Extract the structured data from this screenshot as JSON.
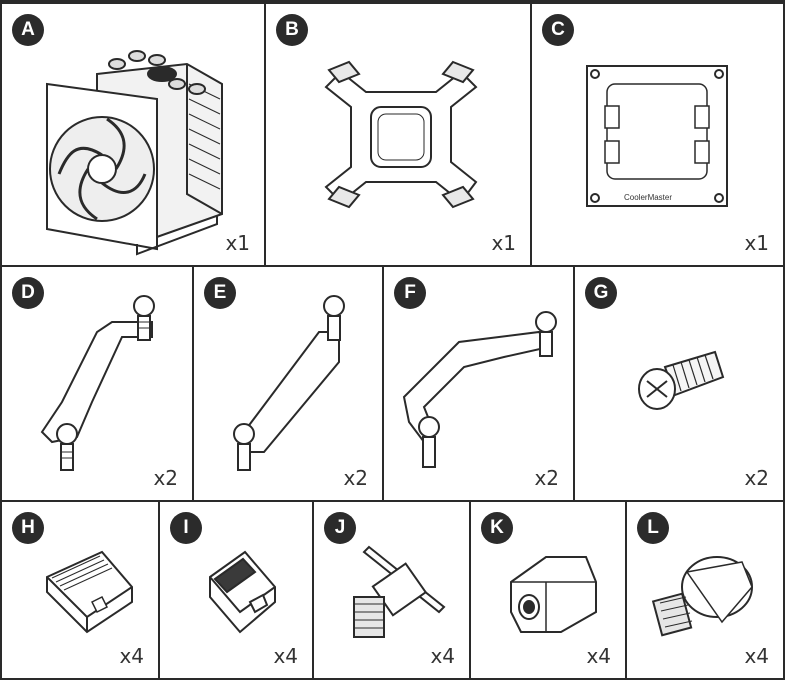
{
  "parts": [
    {
      "letter": "A",
      "qty": "x1",
      "icon": "cpu-cooler-tower-icon"
    },
    {
      "letter": "B",
      "qty": "x1",
      "icon": "amd-mounting-bracket-icon"
    },
    {
      "letter": "C",
      "qty": "x1",
      "icon": "intel-backplate-icon",
      "brand_text": "CoolerMaster"
    },
    {
      "letter": "D",
      "qty": "x2",
      "icon": "mounting-arm-icon"
    },
    {
      "letter": "E",
      "qty": "x2",
      "icon": "straight-mounting-arm-icon"
    },
    {
      "letter": "F",
      "qty": "x2",
      "icon": "offset-mounting-arm-icon"
    },
    {
      "letter": "G",
      "qty": "x2",
      "icon": "fan-screw-icon"
    },
    {
      "letter": "H",
      "qty": "x4",
      "icon": "clip-nut-icon"
    },
    {
      "letter": "I",
      "qty": "x4",
      "icon": "bracket-clip-icon"
    },
    {
      "letter": "J",
      "qty": "x4",
      "icon": "standoff-screw-icon"
    },
    {
      "letter": "K",
      "qty": "x4",
      "icon": "hex-standoff-icon"
    },
    {
      "letter": "L",
      "qty": "x4",
      "icon": "thumb-nut-icon"
    }
  ]
}
